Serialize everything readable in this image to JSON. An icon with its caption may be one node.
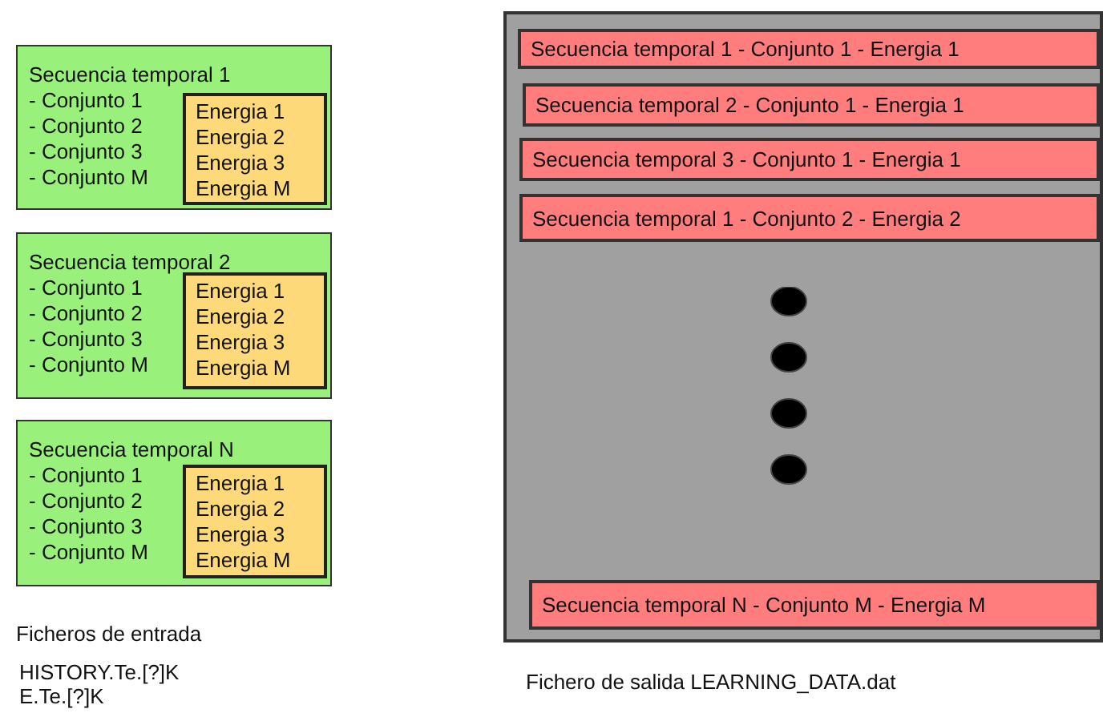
{
  "diagram": {
    "nodes": [
      {
        "text": [
          "Secuencia temporal 1",
          "- Conjunto 1",
          "- Conjunto 2",
          "- Conjunto 3",
          "- Conjunto M"
        ]
      },
      {
        "text": [
          "Energia 1",
          "Energia 2",
          "Energia 3",
          "Energia M"
        ],
        "in": 0
      },
      {
        "text": [
          "Secuencia temporal 2",
          "- Conjunto 1",
          "- Conjunto 2",
          "- Conjunto 3",
          "- Conjunto M"
        ]
      },
      {
        "text": [
          "Energia 1",
          "Energia 2",
          "Energia 3",
          "Energia M"
        ],
        "in": 2
      },
      {
        "text": [
          "Secuencia temporal N",
          "- Conjunto 1",
          "- Conjunto 2",
          "- Conjunto 3",
          "- Conjunto M"
        ]
      },
      {
        "text": [
          "Energia 1",
          "Energia 2",
          "Energia 3",
          "Energia M"
        ],
        "in": 4
      },
      {
        "text": [],
        "shape": "box"
      },
      {
        "text": [
          "Secuencia temporal 1 - Conjunto 1 - Energia 1"
        ],
        "in": 6
      },
      {
        "text": [
          "Secuencia temporal 2 - Conjunto 1 - Energia 1"
        ],
        "in": 6
      },
      {
        "text": [
          "Secuencia temporal 3 - Conjunto 1 - Energia 1"
        ],
        "in": 6
      },
      {
        "text": [
          "Secuencia temporal 1 - Conjunto 2 - Energia 2"
        ],
        "in": 6
      },
      {
        "text": [
          "Secuencia temporal N - Conjunto M - Energia M"
        ],
        "in": 6
      }
    ],
    "labels": [
      "Ficheros de entrada",
      "HISTORY.Te.[?]K",
      "E.Te.[?]K",
      "Fichero de salida LEARNING_DATA.dat"
    ]
  }
}
